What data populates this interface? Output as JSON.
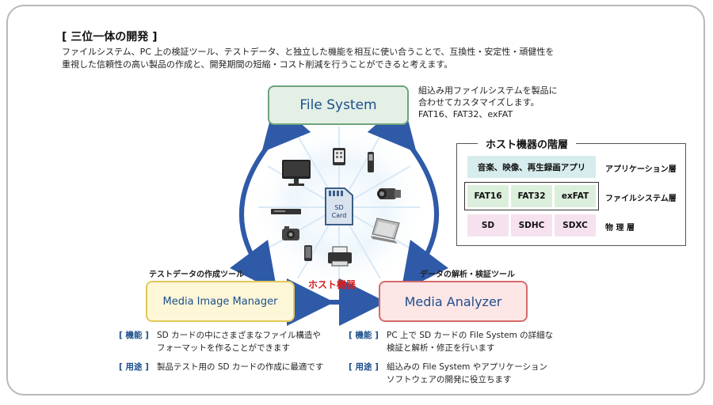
{
  "title": "[ 三位一体の開発 ]",
  "intro": [
    "ファイルシステム、PC 上の検証ツール、テストデータ、と独立した機能を相互に使い合うことで、互換性・安定性・頑健性を",
    "重視した信頼性の高い製品の作成と、開発期間の短縮・コスト削減を行うことができると考えます。"
  ],
  "file_system": {
    "label": "File System",
    "desc": [
      "組込み用ファイルシステムを製品に",
      "合わせてカスタマイズします。",
      "FAT16、FAT32、exFAT"
    ]
  },
  "sd_card": {
    "line1": "SD",
    "line2": "Card"
  },
  "host_label": "ホスト機器",
  "media_image_manager": {
    "label": "Media Image Manager",
    "caption": "テストデータの作成ツール",
    "function_tag": "[ 機能 ]",
    "function_text": [
      "SD カードの中にさまざまなファイル構造や",
      "フォーマットを作ることができます"
    ],
    "usage_tag": "[ 用途 ]",
    "usage_text": [
      "製品テスト用の SD カードの作成に最適です"
    ]
  },
  "media_analyzer": {
    "label": "Media Analyzer",
    "caption": "データの解析・検証ツール",
    "function_tag": "[ 機能 ]",
    "function_text": [
      "PC 上で SD カードの File System の詳細な",
      "検証と解析・修正を行います"
    ],
    "usage_tag": "[ 用途 ]",
    "usage_text": [
      "組込みの File System やアプリケーション",
      "ソフトウェアの開発に役立ちます"
    ]
  },
  "host_layers": {
    "title": "ホスト機器の階層",
    "rows": [
      {
        "cells": [
          "音楽、映像、再生録画アプリ"
        ],
        "label": "アプリケーション層",
        "color": "#d7ecec"
      },
      {
        "cells": [
          "FAT16",
          "FAT32",
          "exFAT"
        ],
        "label": "ファイルシステム層",
        "color": "#dcefdc"
      },
      {
        "cells": [
          "SD",
          "SDHC",
          "SDXC"
        ],
        "label": "物 理 層",
        "color": "#f6e1ef"
      }
    ]
  },
  "icons": [
    "tv-icon",
    "tablet-icon",
    "phone-icon",
    "camcorder-icon",
    "dvd-player-icon",
    "camera-icon",
    "laptop-icon",
    "smartphone-icon",
    "printer-icon",
    "sd-card-icon"
  ],
  "colors": {
    "arrow": "#2f5aa8",
    "accent_blue": "#1d4f8c",
    "host_red": "#d42020"
  }
}
